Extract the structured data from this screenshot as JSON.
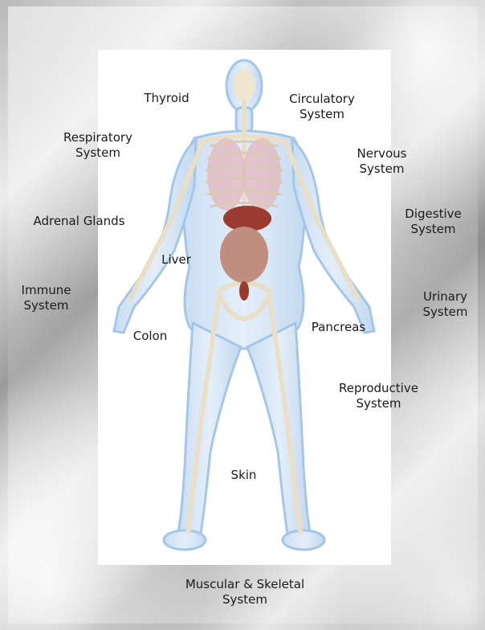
{
  "labels": {
    "thyroid": "Thyroid",
    "circulatory": "Circulatory\nSystem",
    "respiratory": "Respiratory\nSystem",
    "nervous": "Nervous\nSystem",
    "adrenal": "Adrenal Glands",
    "digestive": "Digestive\nSystem",
    "liver": "Liver",
    "immune": "Immune\nSystem",
    "urinary": "Urinary\nSystem",
    "colon": "Colon",
    "pancreas": "Pancreas",
    "reproductive": "Reproductive\nSystem",
    "skin": "Skin",
    "muscular_skeletal": "Muscular & Skeletal\nSystem"
  },
  "colors": {
    "body_glow": "#9fc3e8",
    "bone": "#efe6d2",
    "organ": "#9b3a30",
    "lung": "#e3b9c0"
  }
}
